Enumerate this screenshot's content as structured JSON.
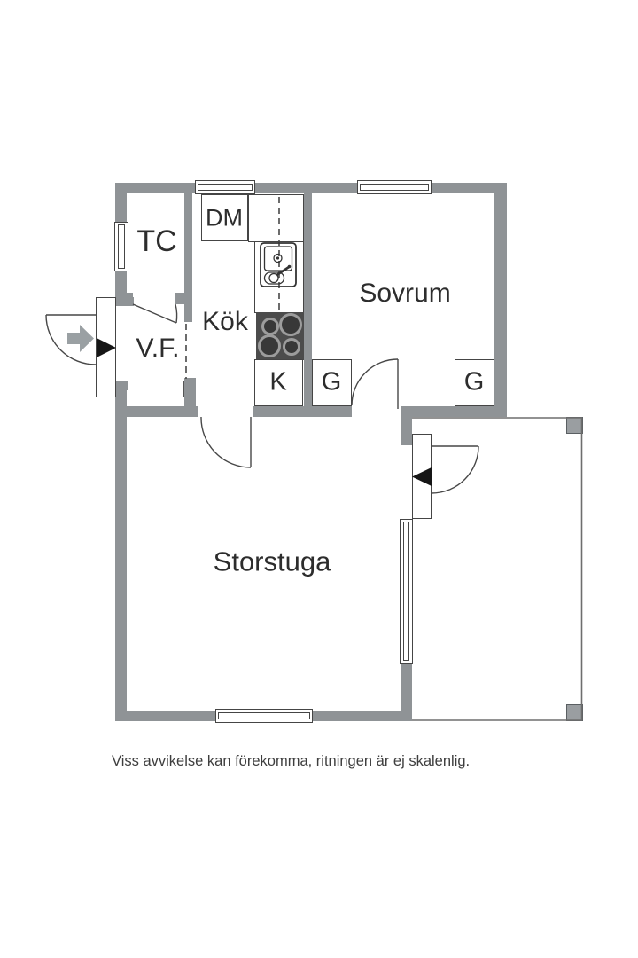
{
  "floorplan": {
    "rooms": [
      {
        "id": "tc",
        "label": "TC"
      },
      {
        "id": "dm",
        "label": "DM"
      },
      {
        "id": "kok",
        "label": "Kök"
      },
      {
        "id": "vf",
        "label": "V.F."
      },
      {
        "id": "sovrum",
        "label": "Sovrum"
      },
      {
        "id": "kyl",
        "label": "K"
      },
      {
        "id": "garderob-1",
        "label": "G"
      },
      {
        "id": "garderob-2",
        "label": "G"
      },
      {
        "id": "storstuga",
        "label": "Storstuga"
      }
    ],
    "disclaimer": "Viss avvikelse kan förekomma, ritningen är ej skalenlig.",
    "colors": {
      "wall": "#8f9396",
      "line": "#454545",
      "stove": "#4c4c4c",
      "marker_black": "#161616",
      "arrow_gray": "#9aa0a3",
      "text": "#2d2d2d"
    },
    "icons": {
      "entrance_arrow": "right-arrow",
      "entrance_marker": "right-triangle",
      "patio_marker": "left-triangle",
      "sink": "kitchen-sink",
      "stove": "four-burner-stove"
    }
  }
}
